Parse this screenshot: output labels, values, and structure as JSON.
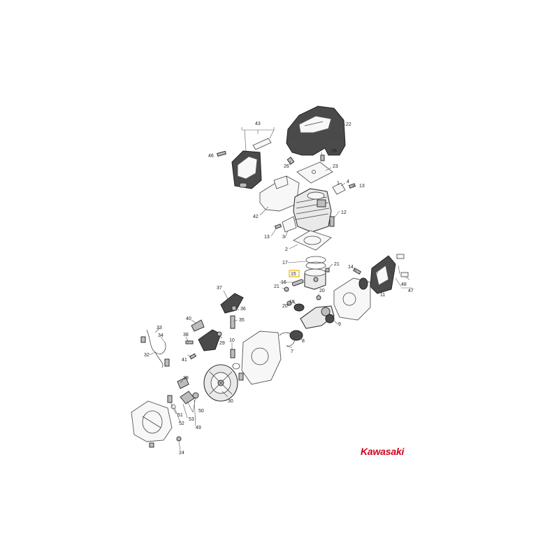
{
  "brand": {
    "logo_text": "Kawasaki",
    "color": "#d0021b"
  },
  "highlight_color": "#e8b400",
  "callouts": {
    "c1": "1",
    "c2": "2",
    "c3": "3",
    "c4": "4",
    "c9": "9",
    "c10": "10",
    "c11": "11",
    "c12": "12",
    "c13a": "13",
    "c13b": "13",
    "c14": "14",
    "c15": "15",
    "c16": "16",
    "c17": "17",
    "c18": "18",
    "c20a": "20",
    "c20b": "20",
    "c21a": "21",
    "c21b": "21",
    "c22": "22",
    "c23": "23",
    "c24": "24",
    "c26": "26",
    "c28": "28",
    "c29": "29",
    "c30": "30",
    "c32": "32",
    "c33": "33",
    "c34": "34",
    "c35": "35",
    "c36": "36",
    "c37": "37",
    "c38": "38",
    "c39": "39",
    "c40": "40",
    "c41": "41",
    "c42": "42",
    "c43": "43",
    "c46": "46",
    "c47": "47",
    "c48": "48",
    "c49": "49",
    "c50": "50",
    "c51": "51",
    "c52": "52",
    "c53": "53",
    "c7": "7",
    "c8": "8"
  }
}
